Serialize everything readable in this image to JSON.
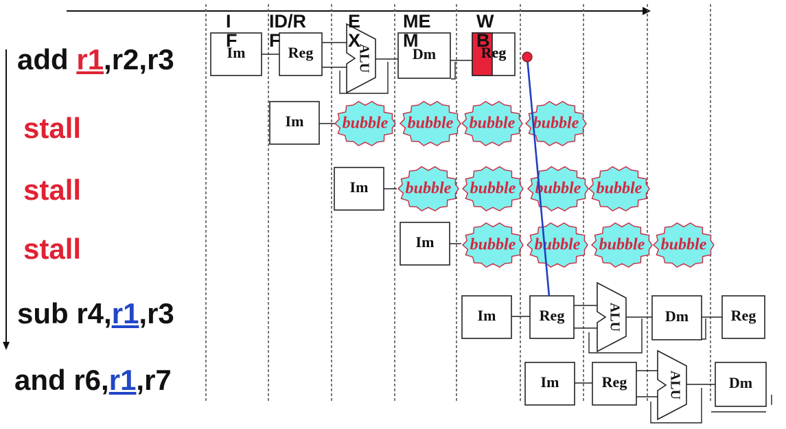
{
  "stages": [
    "I\nF",
    "ID/R\nF",
    "E\nX",
    "ME\nM",
    "W\nB"
  ],
  "instructions": [
    {
      "op": "add",
      "dest": "r1",
      "rest": ",r2,r3",
      "type": "instr",
      "hl": "red"
    },
    {
      "label": "stall",
      "type": "stall"
    },
    {
      "label": "stall",
      "type": "stall"
    },
    {
      "label": "stall",
      "type": "stall"
    },
    {
      "op": "sub",
      "pre": " r4,",
      "src": "r1",
      "rest": ",r3",
      "type": "instr",
      "hl": "blue"
    },
    {
      "op": "and",
      "pre": " r6,",
      "src": "r1",
      "rest": ",r7",
      "type": "instr",
      "hl": "blue"
    }
  ],
  "units": {
    "im": "Im",
    "reg": "Reg",
    "alu": "ALU",
    "dm": "Dm",
    "bubble": "bubble"
  },
  "colors": {
    "bubble_fill": "#7ff0ee",
    "bubble_text": "#d6263e",
    "forward_line": "#1f3fbf",
    "writeback_fill": "#e8213a",
    "stall_text": "#e02234",
    "hl_blue": "#2146c7"
  }
}
